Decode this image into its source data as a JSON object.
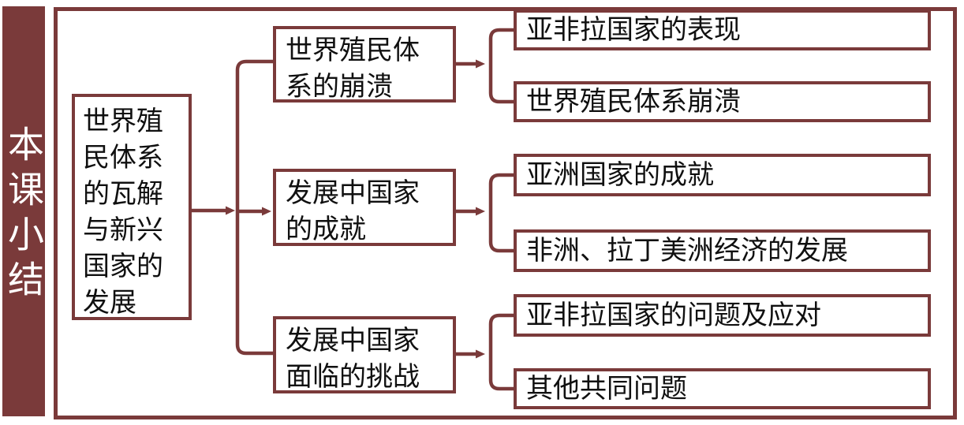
{
  "colors": {
    "accent": "#7a3a3a",
    "box_border": "#7a3a3a",
    "box_text": "#101010",
    "sidebar_text": "#ffffff",
    "background": "#ffffff"
  },
  "sidebar": {
    "title": "本课小结"
  },
  "tree": {
    "root": {
      "label": "世界殖\n民体系\n的瓦解\n与新兴\n国家的\n发展"
    },
    "branches": [
      {
        "label": "世界殖民体\n系的崩溃",
        "children": [
          {
            "label": "亚非拉国家的表现"
          },
          {
            "label": "世界殖民体系崩溃"
          }
        ]
      },
      {
        "label": "发展中国家\n的成就",
        "children": [
          {
            "label": "亚洲国家的成就"
          },
          {
            "label": "非洲、拉丁美洲经济的发展"
          }
        ]
      },
      {
        "label": "发展中国家\n面临的挑战",
        "children": [
          {
            "label": "亚非拉国家的问题及应对"
          },
          {
            "label": "其他共同问题"
          }
        ]
      }
    ]
  }
}
